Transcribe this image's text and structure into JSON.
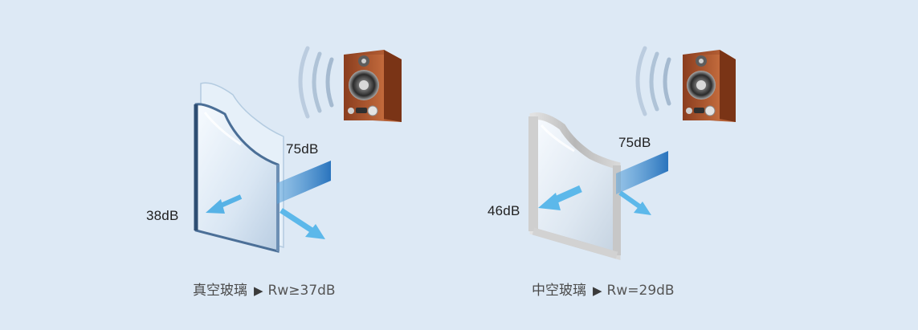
{
  "panels": [
    {
      "incoming_level": "75dB",
      "transmitted_level": "38dB",
      "caption_name": "真空玻璃",
      "caption_arrow": "▶",
      "caption_value": "Rw≥37dB"
    },
    {
      "incoming_level": "75dB",
      "transmitted_level": "46dB",
      "caption_name": "中空玻璃",
      "caption_arrow": "▶",
      "caption_value": "Rw=29dB"
    }
  ],
  "colors": {
    "background": "#dde9f5",
    "sound_beam": "#2f7fc6",
    "reflect_arrow": "#5cb8ea",
    "speaker_wood": "#a8532d"
  }
}
